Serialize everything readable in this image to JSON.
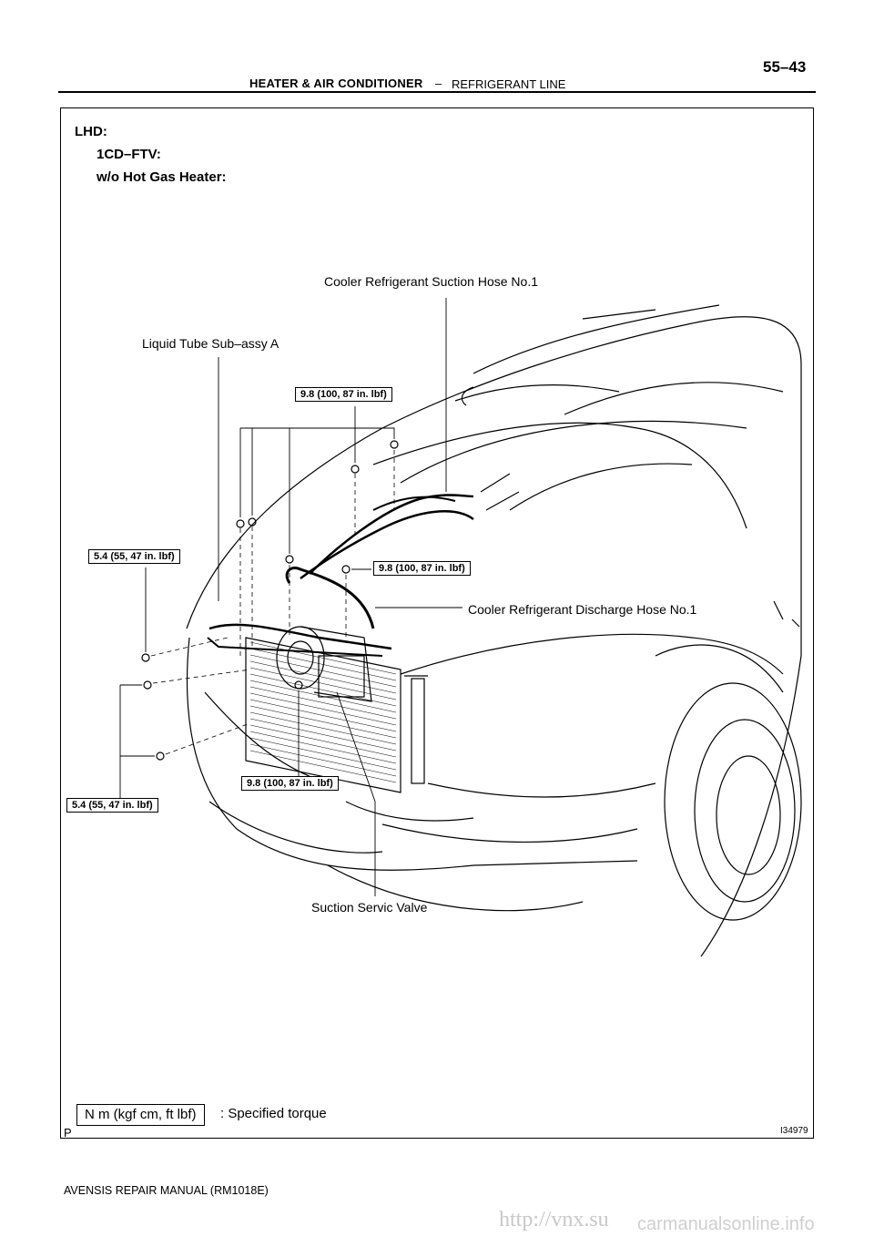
{
  "header": {
    "section": "HEATER & AIR CONDITIONER",
    "dash": "–",
    "topic": "REFRIGERANT LINE",
    "page": "55–43"
  },
  "figure": {
    "heading_1": "LHD:",
    "heading_2": "1CD–FTV:",
    "heading_3": "w/o Hot Gas Heater:",
    "callouts": {
      "suction_hose": "Cooler Refrigerant Suction Hose No.1",
      "liquid_tube": "Liquid Tube Sub–assy A",
      "discharge_hose": "Cooler Refrigerant Discharge Hose No.1",
      "suction_valve": "Suction Servic Valve"
    },
    "torques": {
      "t_top": "9.8 (100, 87 in. lbf)",
      "t_right": "9.8 (100, 87 in. lbf)",
      "t_left": "5.4 (55, 47 in. lbf)",
      "t_bottom_left": "5.4 (55, 47 in. lbf)",
      "t_bottom_mid": "9.8 (100, 87 in. lbf)"
    },
    "legend_unit": "N m (kgf cm, ft lbf)",
    "legend_text": ": Specified torque",
    "p_mark": "P",
    "code": "I34979"
  },
  "footer": "AVENSIS REPAIR MANUAL   (RM1018E)",
  "watermarks": {
    "site1": "http://vnx.su",
    "site2": "carmanualsonline.info"
  }
}
